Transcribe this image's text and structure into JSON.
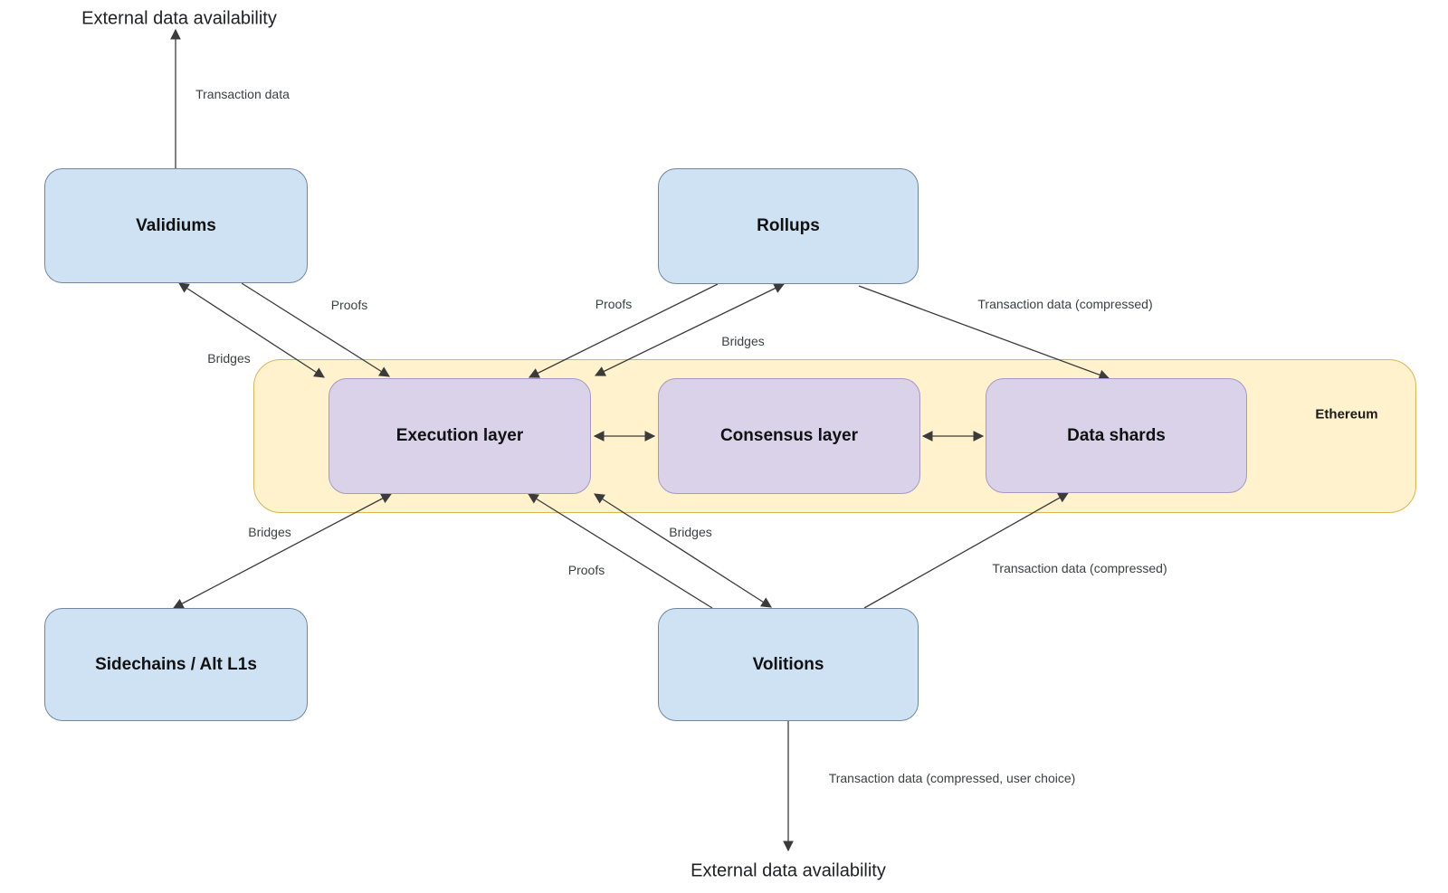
{
  "diagram": {
    "external_top_label": "External data availability",
    "external_bottom_label": "External data availability",
    "group": {
      "label": "Ethereum"
    },
    "nodes": {
      "validiums": {
        "label": "Validiums"
      },
      "rollups": {
        "label": "Rollups"
      },
      "execution_layer": {
        "label": "Execution layer"
      },
      "consensus_layer": {
        "label": "Consensus layer"
      },
      "data_shards": {
        "label": "Data shards"
      },
      "sidechains": {
        "label": "Sidechains / Alt L1s"
      },
      "volitions": {
        "label": "Volitions"
      }
    },
    "edges": {
      "validiums_external": {
        "label": "Transaction data"
      },
      "validiums_execution_proofs": {
        "label": "Proofs"
      },
      "validiums_execution_bridges": {
        "label": "Bridges"
      },
      "rollups_execution_proofs": {
        "label": "Proofs"
      },
      "rollups_execution_bridges": {
        "label": "Bridges"
      },
      "rollups_datashards": {
        "label": "Transaction data (compressed)"
      },
      "sidechains_execution_bridges": {
        "label": "Bridges"
      },
      "volitions_execution_proofs": {
        "label": "Proofs"
      },
      "volitions_execution_bridges": {
        "label": "Bridges"
      },
      "volitions_datashards": {
        "label": "Transaction data (compressed)"
      },
      "volitions_external": {
        "label": "Transaction data (compressed, user choice)"
      }
    }
  },
  "colors": {
    "node_blue_fill": "#cfe2f3",
    "node_blue_stroke": "#6f87a0",
    "node_purple_fill": "#d9d2e9",
    "node_purple_stroke": "#a698c5",
    "band_fill": "#fff2cc",
    "band_stroke": "#d6b656",
    "arrow": "#3b3b3b",
    "label_text": "#3c4043",
    "node_text": "#111111"
  }
}
